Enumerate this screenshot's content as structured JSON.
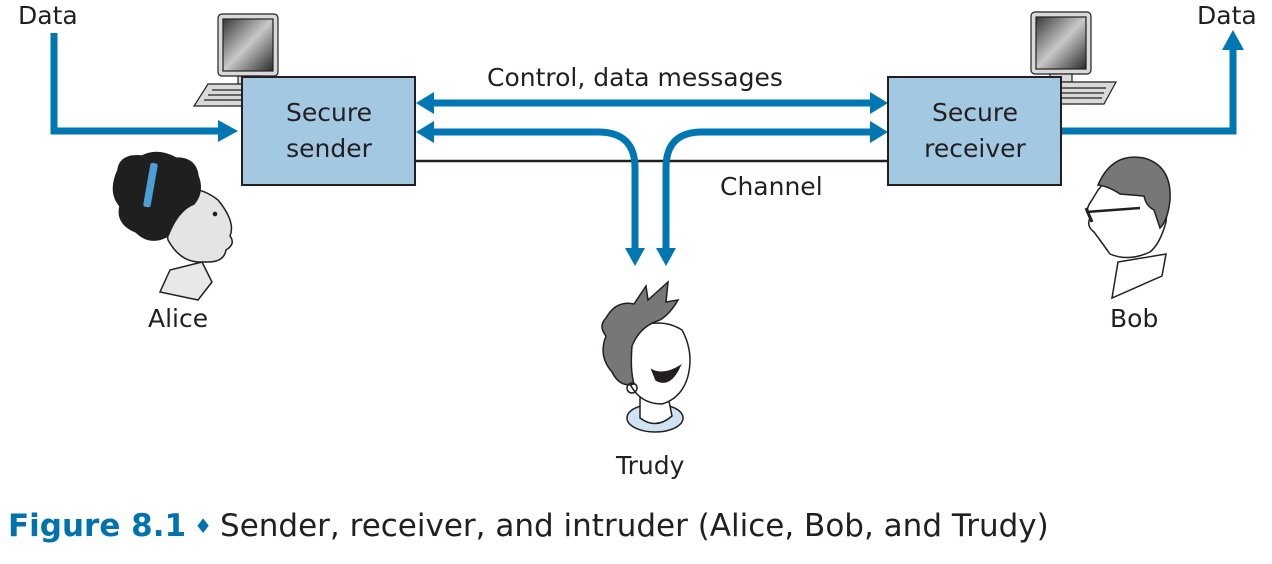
{
  "diagram": {
    "input_label": "Data",
    "output_label": "Data",
    "sender": {
      "line1": "Secure",
      "line2": "sender"
    },
    "receiver": {
      "line1": "Secure",
      "line2": "receiver"
    },
    "messages_label": "Control, data messages",
    "channel_label": "Channel",
    "actors": {
      "alice": "Alice",
      "bob": "Bob",
      "trudy": "Trudy"
    },
    "icons": [
      "computer-icon",
      "computer-icon",
      "alice-figure",
      "bob-figure",
      "trudy-figure"
    ],
    "colors": {
      "arrow": "#0077b3",
      "box_fill": "#a3c8e2",
      "box_stroke": "#231f20",
      "caption_accent": "#0072ae"
    }
  },
  "caption": {
    "figure_number": "Figure 8.1",
    "separator": "♦",
    "text": "Sender, receiver, and intruder (Alice, Bob, and Trudy)"
  }
}
